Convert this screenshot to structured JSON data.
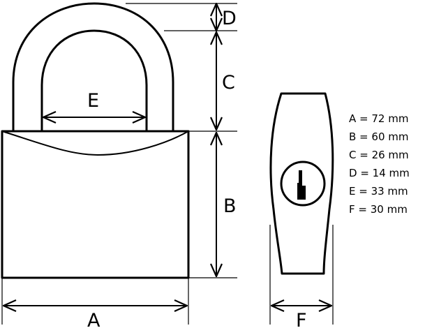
{
  "dimension_labels": {
    "A": "A",
    "B": "B",
    "C": "C",
    "D": "D",
    "E": "E",
    "F": "F"
  },
  "specifications": [
    "A = 72 mm",
    "B = 60 mm",
    "C = 26 mm",
    "D = 14 mm",
    "E = 33 mm",
    "F = 30 mm"
  ]
}
